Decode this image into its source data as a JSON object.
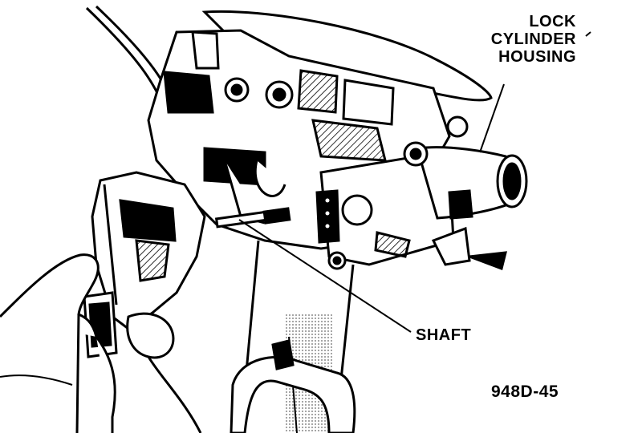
{
  "labels": {
    "lock_cylinder_housing": [
      "LOCK",
      "CYLINDER",
      "HOUSING"
    ],
    "shaft": "SHAFT"
  },
  "figure_code": "948D-45",
  "colors": {
    "ink": "#000000",
    "paper": "#ffffff"
  }
}
